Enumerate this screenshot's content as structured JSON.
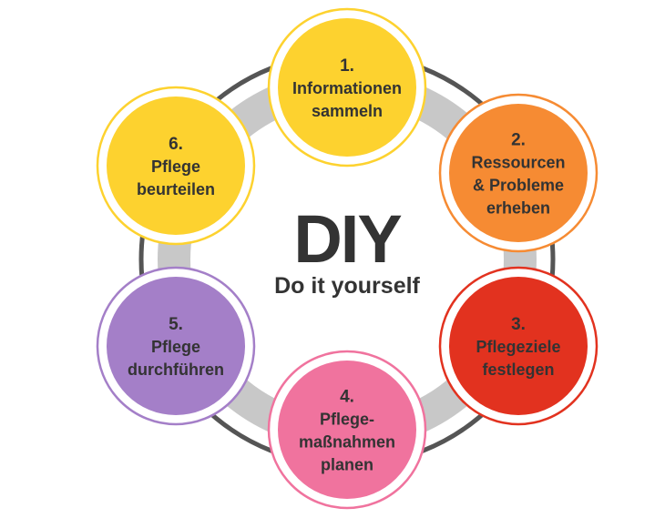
{
  "center": {
    "title": "DIY",
    "subtitle": "Do it yourself"
  },
  "steps": [
    {
      "number": "1.",
      "lines": [
        "Informationen",
        "sammeln"
      ],
      "color": "#FDD22F",
      "text_color": "#333333"
    },
    {
      "number": "2.",
      "lines": [
        "Ressourcen",
        "& Probleme",
        "erheben"
      ],
      "color": "#F68B33",
      "text_color": "#FFFFFF"
    },
    {
      "number": "3.",
      "lines": [
        "Pflegeziele",
        "festlegen"
      ],
      "color": "#E2321F",
      "text_color": "#FFFFFF"
    },
    {
      "number": "4.",
      "lines": [
        "Pflege-",
        "maßnahmen",
        "planen"
      ],
      "color": "#F0739E",
      "text_color": "#FFFFFF"
    },
    {
      "number": "5.",
      "lines": [
        "Pflege",
        "durchführen"
      ],
      "color": "#A47FC8",
      "text_color": "#FFFFFF"
    },
    {
      "number": "6.",
      "lines": [
        "Pflege",
        "beurteilen"
      ],
      "color": "#FDD22F",
      "text_color": "#333333"
    }
  ],
  "ring_colors": {
    "outer": "#555555",
    "band": "#C8C8C8"
  }
}
